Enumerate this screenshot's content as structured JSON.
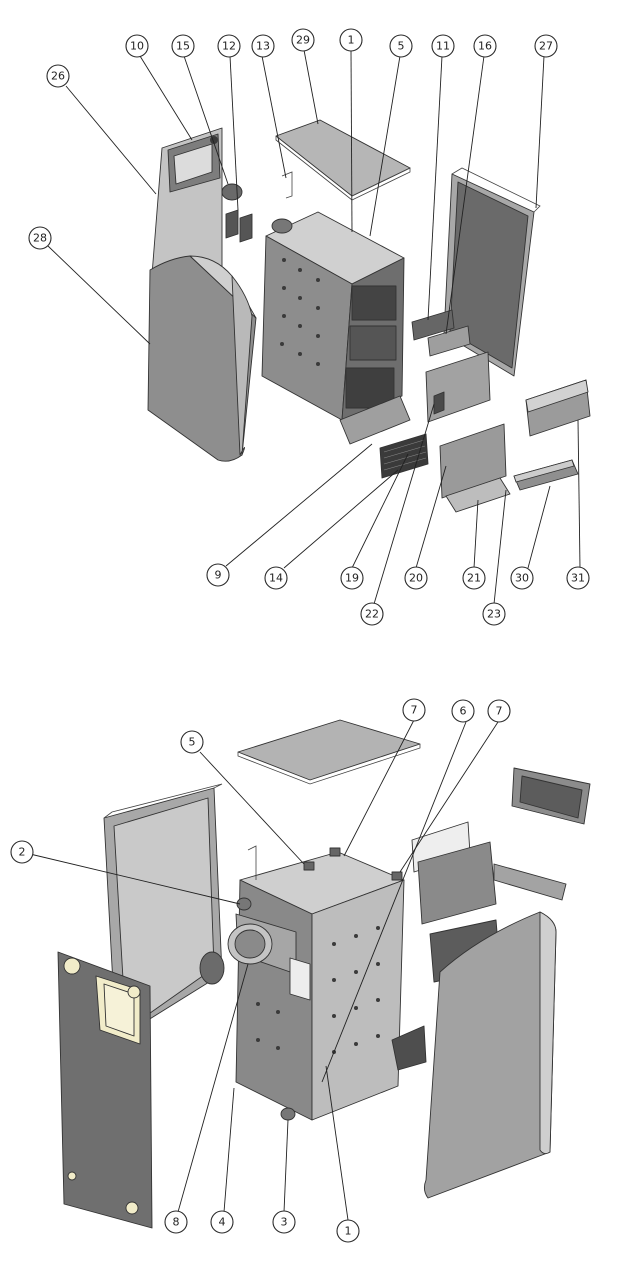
{
  "top_view": {
    "labels": [
      "10",
      "15",
      "12",
      "13",
      "29",
      "1",
      "5",
      "11",
      "16",
      "27",
      "26",
      "28",
      "9",
      "14",
      "19",
      "20",
      "21",
      "30",
      "31",
      "22",
      "23"
    ]
  },
  "bottom_view": {
    "labels": [
      "7",
      "6",
      "7",
      "5",
      "2",
      "8",
      "4",
      "3",
      "1"
    ]
  },
  "colors": {
    "light_panel": "#c9c9c9",
    "mid_panel": "#a9a9a9",
    "dark_panel": "#7d7d7d",
    "shadow_panel": "#5e5e5e",
    "outline": "#333333",
    "cream": "#f1ecc9"
  }
}
